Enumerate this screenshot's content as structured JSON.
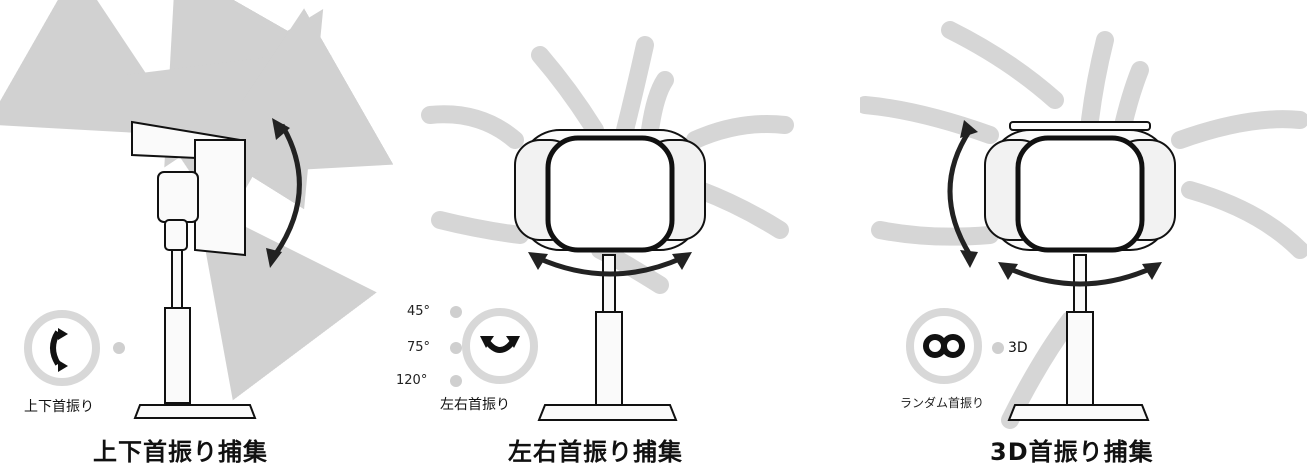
{
  "panels": [
    {
      "caption": "上下首振り捕集",
      "mode_label": "上下首振り",
      "mode_icon": "vertical-rotate-icon"
    },
    {
      "caption": "左右首振り捕集",
      "mode_label": "左右首振り",
      "mode_icon": "horizontal-rotate-icon",
      "angles": [
        "45°",
        "75°",
        "120°"
      ]
    },
    {
      "caption": "3D首振り捕集",
      "mode_label": "ランダム首振り",
      "mode_icon": "infinity-icon",
      "option": "3D"
    }
  ],
  "colors": {
    "arrow": "#c9c9c9",
    "swing": "#222222",
    "dot": "#cfcfcf",
    "icon_ring": "#d8d8d8"
  }
}
